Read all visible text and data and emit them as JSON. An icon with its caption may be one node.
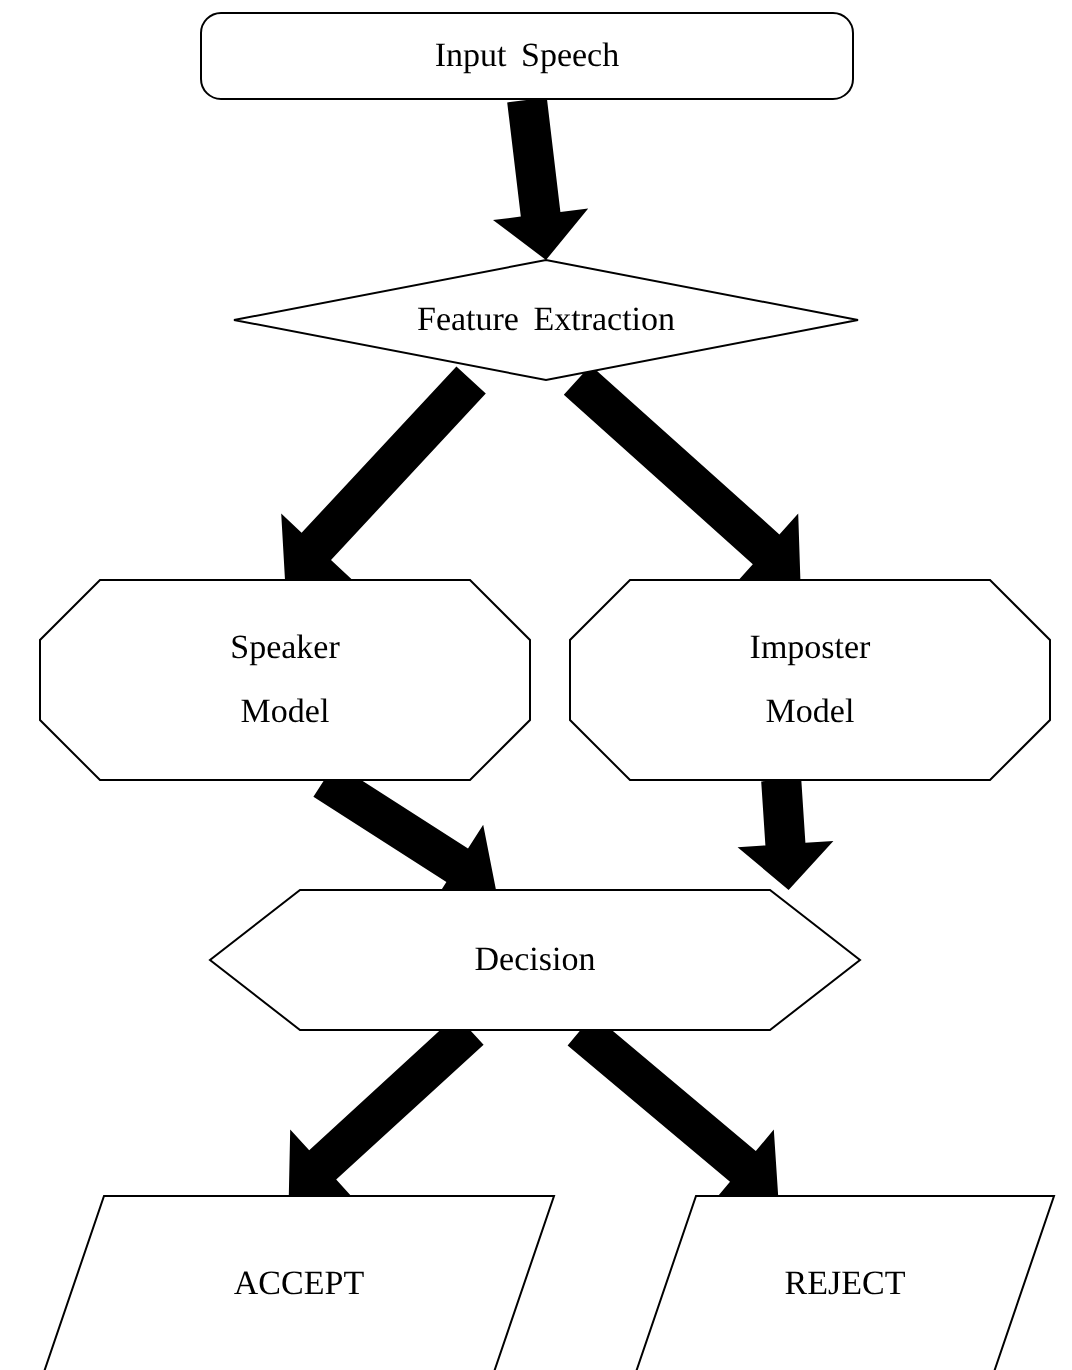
{
  "diagram": {
    "nodes": [
      {
        "text": [
          "Input Speech"
        ]
      },
      {
        "text": [
          "Feature Extraction"
        ]
      },
      {
        "text": [
          "Speaker Model"
        ]
      },
      {
        "text": [
          "Imposter Model"
        ]
      },
      {
        "text": [
          "Decision"
        ]
      },
      {
        "text": [
          "ACCEPT"
        ]
      },
      {
        "text": [
          "REJECT"
        ]
      }
    ],
    "edges": [
      {
        "from": 0,
        "to": 1,
        "arrow": "to",
        "style": "thick"
      },
      {
        "from": 1,
        "to": 2,
        "arrow": "to",
        "style": "thick"
      },
      {
        "from": 1,
        "to": 3,
        "arrow": "to",
        "style": "thick"
      },
      {
        "from": 2,
        "to": 4,
        "arrow": "to",
        "style": "thick"
      },
      {
        "from": 3,
        "to": 4,
        "arrow": "to",
        "style": "thick"
      },
      {
        "from": 4,
        "to": 5,
        "arrow": "to",
        "style": "thick"
      },
      {
        "from": 4,
        "to": 6,
        "arrow": "to",
        "style": "thick"
      }
    ]
  }
}
